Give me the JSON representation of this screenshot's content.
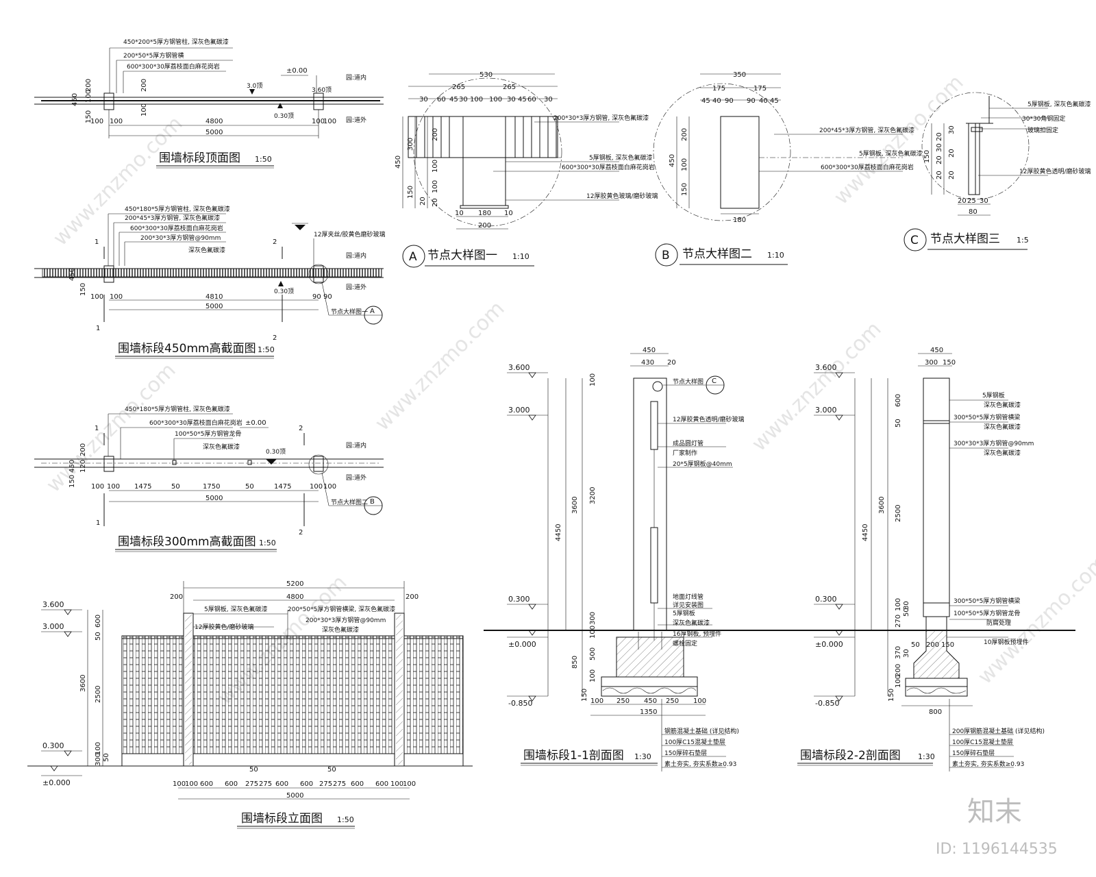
{
  "titles": {
    "top_plan": "围墙标段顶面图",
    "top_plan_scale": "1:50",
    "sec450": "围墙标段450mm高截面图",
    "sec450_scale": "1:50",
    "sec300": "围墙标段300mm高截面图",
    "sec300_scale": "1:50",
    "elev": "围墙标段立面图",
    "elev_scale": "1:50",
    "detailA": "节点大样图一",
    "detailA_scale": "1:10",
    "detailA_tag": "A",
    "detailB": "节点大样图二",
    "detailB_scale": "1:10",
    "detailB_tag": "B",
    "detailC": "节点大样图三",
    "detailC_scale": "1:5",
    "detailC_tag": "C",
    "sec11": "围墙标段1-1剖面图",
    "sec11_scale": "1:30",
    "sec22": "围墙标段2-2剖面图",
    "sec22_scale": "1:30"
  },
  "top_plan": {
    "notes": [
      "450*200*5厚方钢管柱, 深灰色氟碳漆",
      "200*50*5厚方钢管横",
      "600*300*30厚荔枝面白麻花岗岩"
    ],
    "level_zero": "±0.00",
    "inside": "园:道内",
    "outside": "园:道外",
    "lv1": "3.0顶",
    "lv2": "3.60顶",
    "lv3": "0.30顶",
    "dims": [
      "450",
      "200",
      "100",
      "150",
      "100",
      "200",
      "100",
      "100",
      "100",
      "4800",
      "5000",
      "100",
      "100"
    ]
  },
  "sec450": {
    "notes": [
      "450*180*5厚方钢管柱, 深灰色氟碳漆",
      "200*45*3厚方钢管, 深灰色氟碳漆",
      "600*300*30厚荔枝面白麻花岗岩",
      "200*30*3厚方钢管@90mm",
      "深灰色氟碳漆",
      "12厚夹丝/胶黄色磨砂玻璃"
    ],
    "inside": "园:道内",
    "outside": "园:道外",
    "lv": "0.30顶",
    "dims": [
      "450",
      "150",
      "100",
      "100",
      "4810",
      "5000",
      "90",
      "90"
    ],
    "cut1": "1",
    "cut2": "2",
    "detail_note": "节点大样图一",
    "detail_tag": "A"
  },
  "sec300": {
    "notes": [
      "450*180*5厚方钢管柱, 深灰色氟碳漆",
      "600*300*30厚荔枝面白麻花岗岩",
      "100*50*5厚方钢管龙骨",
      "深灰色氟碳漆"
    ],
    "level_zero": "±0.00",
    "inside": "园:道内",
    "outside": "园:道外",
    "lv": "0.30顶",
    "dims": [
      "450",
      "150",
      "120",
      "200",
      "100",
      "100",
      "1475",
      "50",
      "1750",
      "50",
      "1475",
      "100",
      "100",
      "5000"
    ],
    "cut1": "1",
    "cut2": "2",
    "detail_note": "节点大样图二",
    "detail_tag": "B"
  },
  "elev": {
    "levels": [
      "3.600",
      "3.000",
      "0.300",
      "±0.000"
    ],
    "notes": [
      "5厚钢板, 深灰色氟碳漆",
      "200*50*5厚方钢管横梁, 深灰色氟碳漆",
      "12厚胶黄色/磨砂玻璃",
      "200*30*3厚方钢管@90mm",
      "深灰色氟碳漆"
    ],
    "dims_top": [
      "5200",
      "200",
      "4800",
      "200"
    ],
    "dims_left": [
      "3600",
      "50",
      "600",
      "2500",
      "100",
      "300",
      "50"
    ],
    "dims_bottom": [
      "100",
      "100",
      "600",
      "600",
      "275",
      "275",
      "600",
      "600",
      "275",
      "275",
      "600",
      "600",
      "100",
      "100",
      "50",
      "50",
      "5000"
    ]
  },
  "detailA": {
    "dims_top": [
      "530",
      "265",
      "265",
      "30",
      "60",
      "45",
      "30",
      "100",
      "100",
      "30",
      "45",
      "60",
      "30"
    ],
    "dims_left": [
      "450",
      "300",
      "200",
      "100",
      "150",
      "100",
      "20",
      "20"
    ],
    "dims_bottom": [
      "10",
      "180",
      "10",
      "200"
    ],
    "notes": [
      "200*30*3厚方钢管, 深灰色氟碳漆",
      "5厚钢板, 深灰色氟碳漆",
      "600*300*30厚荔枝面白麻花岗岩",
      "12厚胶黄色玻璃/磨砂玻璃"
    ]
  },
  "detailB": {
    "dims_top": [
      "350",
      "175",
      "175",
      "45",
      "40",
      "90",
      "90",
      "40",
      "45"
    ],
    "dims_left": [
      "450",
      "200",
      "100",
      "150"
    ],
    "dims_bottom": [
      "180"
    ],
    "notes": [
      "200*45*3厚方钢管, 深灰色氟碳漆",
      "5厚钢板, 深灰色氟碳漆",
      "600*300*30厚荔枝面白麻花岗岩"
    ]
  },
  "detailC": {
    "notes": [
      "5厚钢板, 深灰色氟碳漆",
      "30*30角钢固定",
      "玻璃扣固定",
      "12厚胶黄色透明/磨砂玻璃"
    ],
    "dims_left": [
      "150",
      "20",
      "30",
      "20",
      "20",
      "30",
      "20",
      "20"
    ],
    "dims_bottom": [
      "20",
      "25",
      "30",
      "80"
    ]
  },
  "sec11": {
    "levels": [
      "3.600",
      "3.000",
      "0.300",
      "±0.000",
      "-0.850"
    ],
    "dims_top": [
      "450",
      "430",
      "20"
    ],
    "dims_left": [
      "4450",
      "3600",
      "3200",
      "100",
      "850",
      "300",
      "100",
      "500",
      "100",
      "150"
    ],
    "dims_bottom": [
      "100",
      "250",
      "450",
      "250",
      "100",
      "1350"
    ],
    "detail_tag": "C",
    "detail_note": "节点大样图",
    "notes": [
      "12厚胶黄色透明/磨砂玻璃",
      "成品圆灯管",
      "厂家制作",
      "20*5厚钢板@40mm",
      "地面灯线管",
      "详见安装图",
      "5厚钢板",
      "深灰色氟碳漆",
      "16厚钢板, 预埋件",
      "螺栓固定"
    ],
    "found_notes": [
      "钢筋混凝土基础 (详见结构)",
      "100厚C15混凝土垫层",
      "150厚碎石垫层",
      "素土夯实, 夯实系数≥0.93"
    ]
  },
  "sec22": {
    "levels": [
      "3.600",
      "3.000",
      "0.300",
      "±0.000",
      "-0.850"
    ],
    "dims_top": [
      "450",
      "300",
      "150"
    ],
    "dims_left": [
      "4450",
      "3600",
      "600",
      "50",
      "2500",
      "100",
      "30",
      "50",
      "270",
      "370",
      "30",
      "200",
      "100",
      "150"
    ],
    "dims_bottom": [
      "50",
      "200",
      "150",
      "800"
    ],
    "notes": [
      "5厚钢板",
      "深灰色氟碳漆",
      "300*50*5厚方钢管横梁",
      "深灰色氟碳漆",
      "300*30*3厚方钢管@90mm",
      "深灰色氟碳漆",
      "300*50*5厚方钢管横梁",
      "100*50*5厚方钢管龙骨",
      "防腐处理",
      "10厚钢板预埋件"
    ],
    "found_notes": [
      "200厚钢筋混凝土基础 (详见结构)",
      "100厚C15混凝土垫层",
      "150厚碎石垫层",
      "素土夯实, 夯实系数≥0.93"
    ]
  },
  "watermark": {
    "text": "www.znzmo.com",
    "brand": "知末",
    "id": "ID: 1196144535"
  }
}
